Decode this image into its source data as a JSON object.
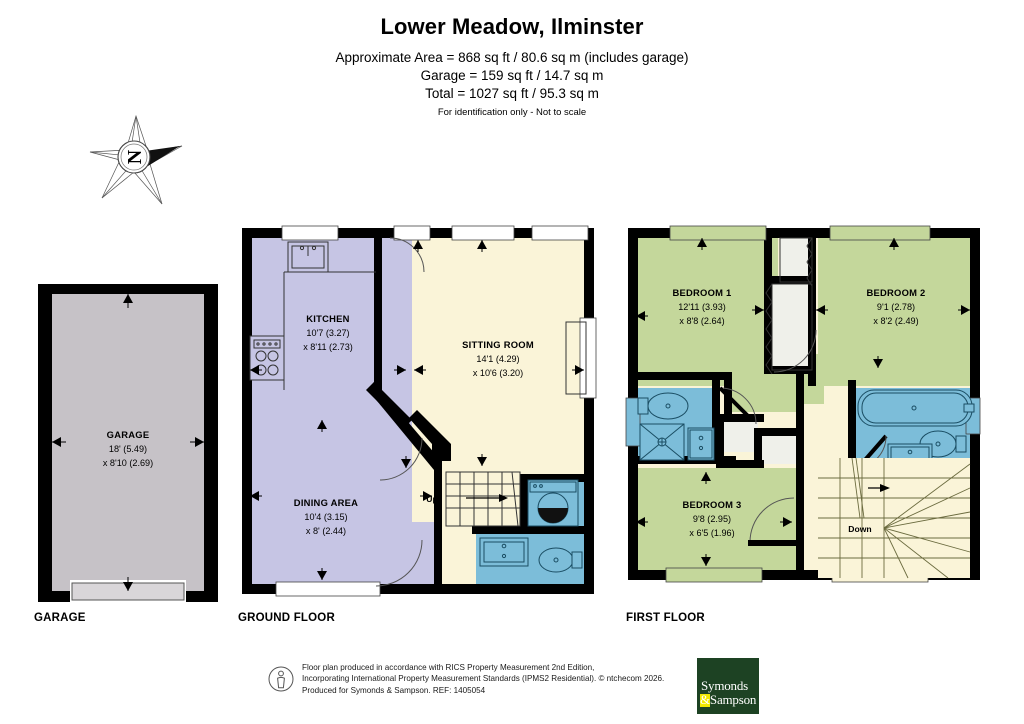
{
  "header": {
    "title": "Lower Meadow, Ilminster",
    "line1": "Approximate Area = 868 sq ft / 80.6 sq m (includes garage)",
    "line2": "Garage = 159 sq ft / 14.7 sq m",
    "line3": "Total = 1027 sq ft / 95.3 sq m",
    "note": "For identification only - Not to scale"
  },
  "compass": {
    "label": "N"
  },
  "floors": {
    "garage_label": "GARAGE",
    "ground_label": "GROUND FLOOR",
    "first_label": "FIRST FLOOR"
  },
  "rooms": {
    "garage": {
      "name": "GARAGE",
      "dim1": "18' (5.49)",
      "dim2": "x 8'10 (2.69)"
    },
    "kitchen": {
      "name": "KITCHEN",
      "dim1": "10'7 (3.27)",
      "dim2": "x 8'11 (2.73)"
    },
    "sitting": {
      "name": "SITTING ROOM",
      "dim1": "14'1 (4.29)",
      "dim2": "x 10'6 (3.20)"
    },
    "dining": {
      "name": "DINING AREA",
      "dim1": "10'4 (3.15)",
      "dim2": "x 8' (2.44)"
    },
    "bedroom1": {
      "name": "BEDROOM 1",
      "dim1": "12'11 (3.93)",
      "dim2": "x 8'8 (2.64)"
    },
    "bedroom2": {
      "name": "BEDROOM 2",
      "dim1": "9'1 (2.78)",
      "dim2": "x 8'2 (2.49)"
    },
    "bedroom3": {
      "name": "BEDROOM 3",
      "dim1": "9'8 (2.95)",
      "dim2": "x 6'5 (1.96)"
    }
  },
  "stairs": {
    "up": "Up",
    "down": "Down"
  },
  "footer": {
    "line1": "Floor plan produced in accordance with RICS Property Measurement 2nd Edition,",
    "line2": "Incorporating International Property Measurement Standards (IPMS2 Residential).    © ntchecom 2026.",
    "line3": "Produced for Symonds & Sampson.    REF:  1405054",
    "logo_line1": "Symonds",
    "logo_line2": "&Sampson"
  },
  "colors": {
    "wall": "#000000",
    "garage_fill": "#c6c2c7",
    "kitchen_fill": "#c6c5e4",
    "sitting_fill": "#faf4d8",
    "bedroom_fill": "#c4d79b",
    "bathroom_fill": "#7cbdd9",
    "landing_fill": "#faf4d8",
    "cupboard_fill": "#eff0ea",
    "logo_green": "#1d4223",
    "logo_yellow": "#f0e800"
  }
}
